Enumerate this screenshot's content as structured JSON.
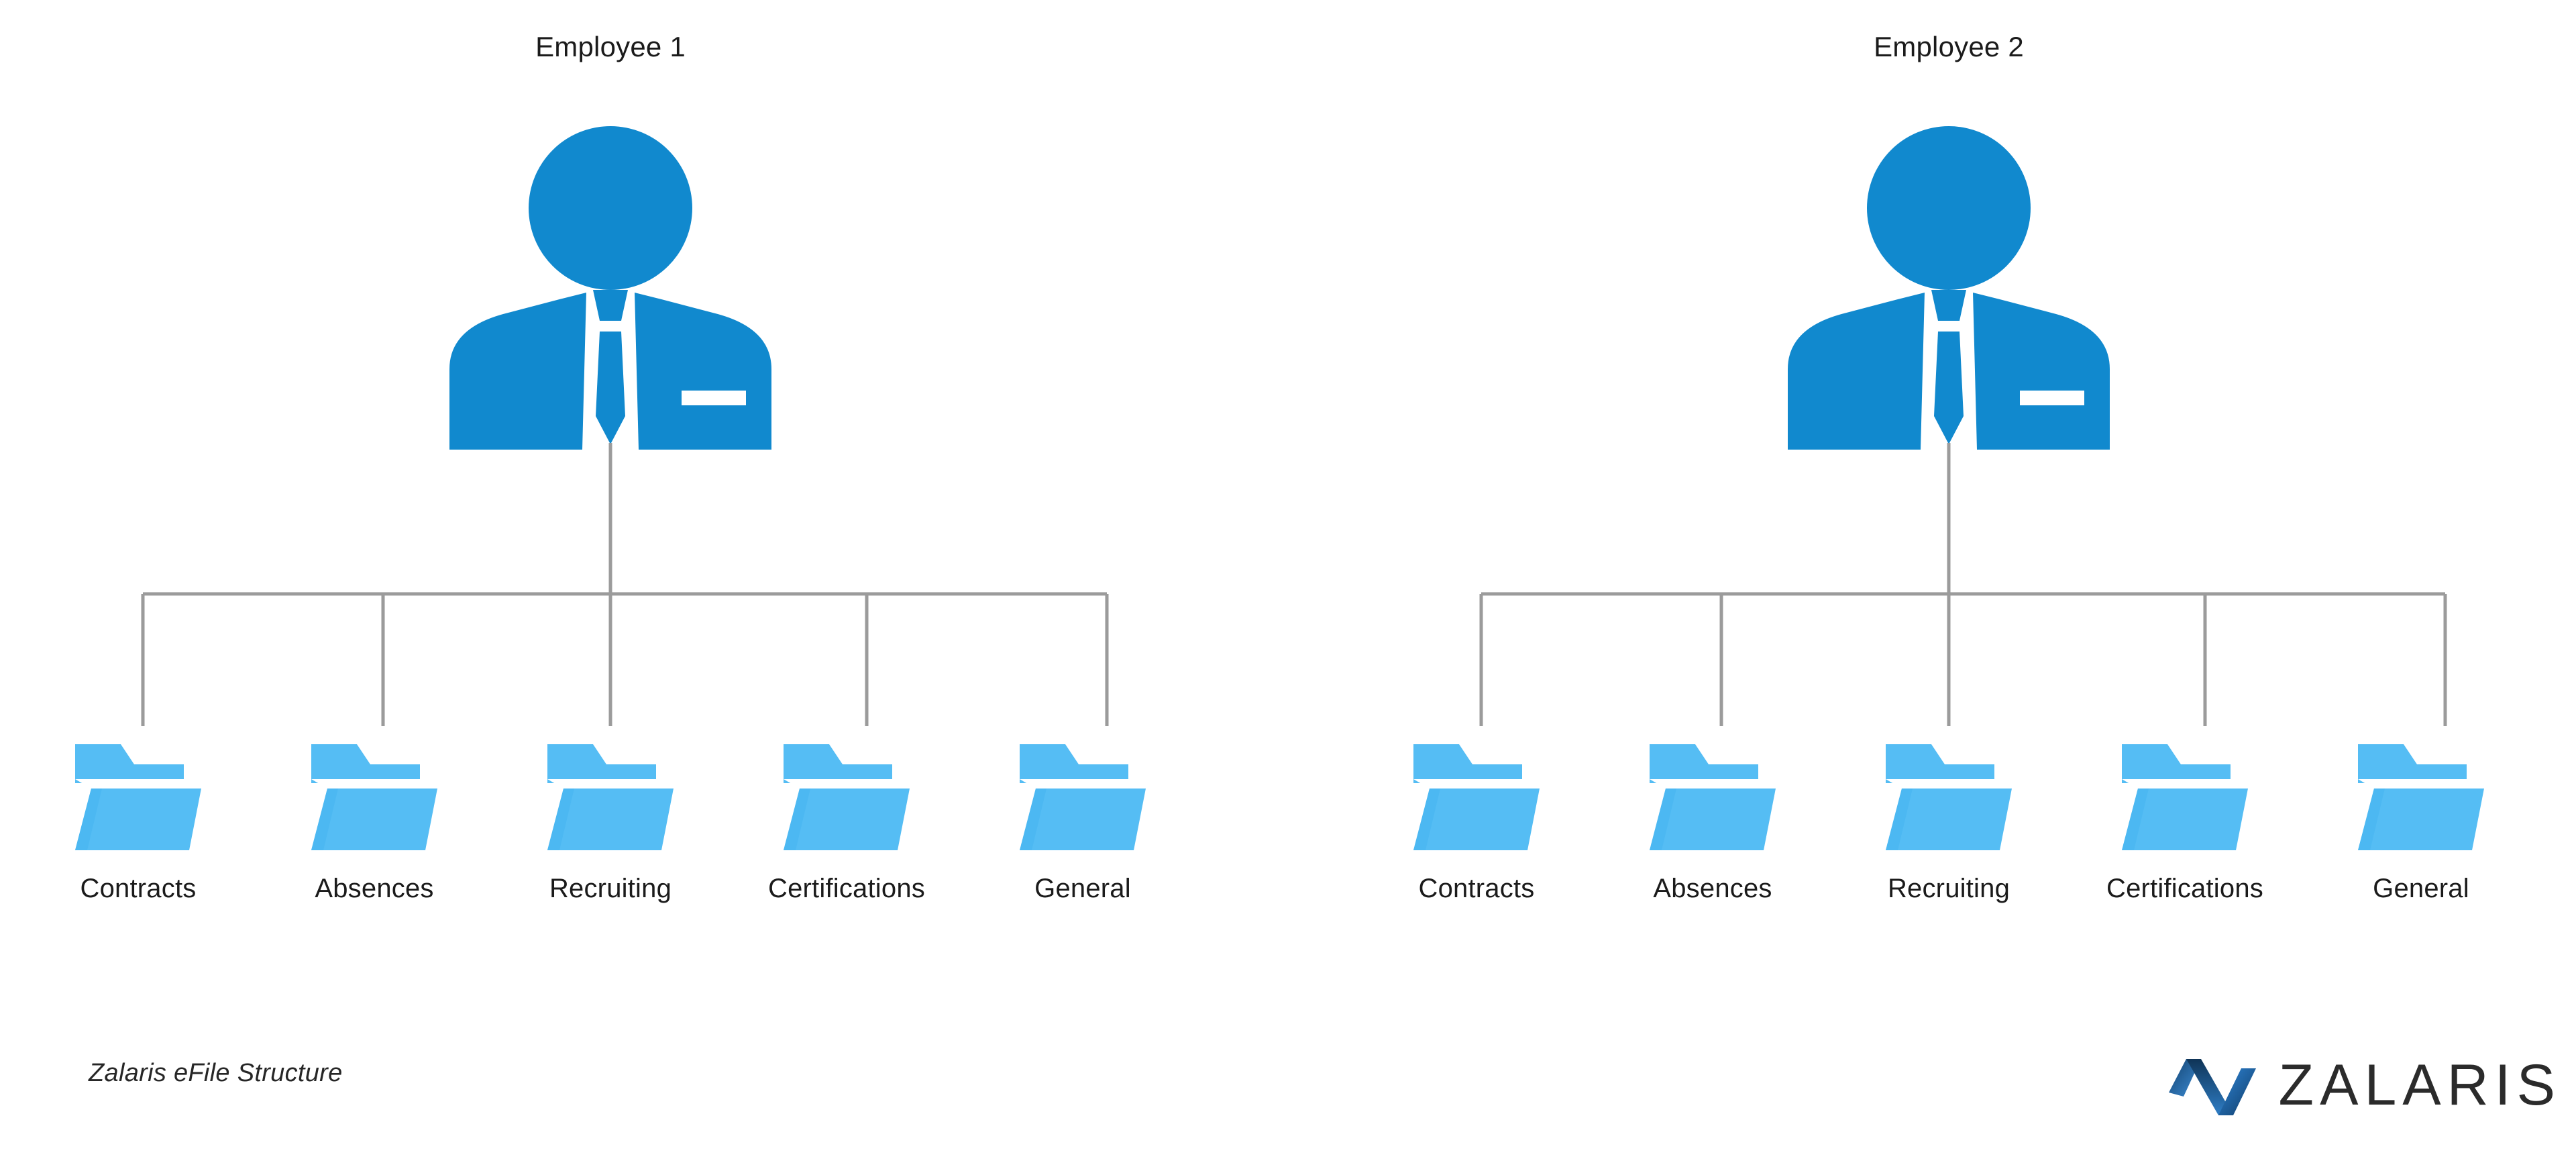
{
  "diagram": {
    "title": "Zalaris eFile Structure",
    "background_color": "#ffffff",
    "person_icon_color": "#1189ce",
    "folder_icon_color": "#55bdf4",
    "folder_icon_shade_color": "#3fb2f0",
    "connector_line_color": "#9b9b9b",
    "text_color": "#1b1b1b",
    "groups": [
      {
        "title": "Employee 1",
        "person_icon": "employee-person-icon",
        "folders": [
          {
            "label": "Contracts",
            "icon": "open-folder-icon"
          },
          {
            "label": "Absences",
            "icon": "open-folder-icon"
          },
          {
            "label": "Recruiting",
            "icon": "open-folder-icon"
          },
          {
            "label": "Certifications",
            "icon": "open-folder-icon"
          },
          {
            "label": "General",
            "icon": "open-folder-icon"
          }
        ]
      },
      {
        "title": "Employee 2",
        "person_icon": "employee-person-icon",
        "folders": [
          {
            "label": "Contracts",
            "icon": "open-folder-icon"
          },
          {
            "label": "Absences",
            "icon": "open-folder-icon"
          },
          {
            "label": "Recruiting",
            "icon": "open-folder-icon"
          },
          {
            "label": "Certifications",
            "icon": "open-folder-icon"
          },
          {
            "label": "General",
            "icon": "open-folder-icon"
          }
        ]
      }
    ]
  },
  "footer": {
    "caption": "Zalaris eFile Structure",
    "brand": {
      "wordmark": "ZALARIS",
      "mark_icon": "zalaris-zigzag-logo-icon",
      "mark_color_dark": "#0f3a64",
      "mark_color_light": "#2f86d8",
      "wordmark_color": "#2b2b2b"
    }
  }
}
